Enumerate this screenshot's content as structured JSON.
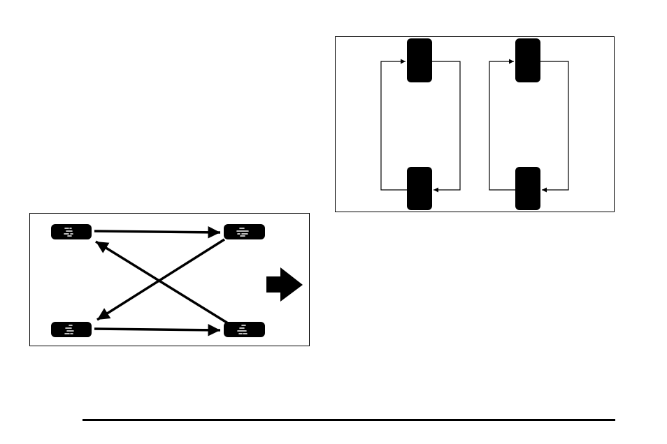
{
  "diagrams": [
    {
      "name": "cross-rotation",
      "tires": [
        "left-front",
        "right-front",
        "left-rear",
        "right-rear"
      ],
      "moves": [
        {
          "from": "left-front",
          "to": "right-front"
        },
        {
          "from": "right-rear",
          "to": "left-front"
        },
        {
          "from": "right-front",
          "to": "left-rear"
        },
        {
          "from": "left-rear",
          "to": "right-rear"
        }
      ],
      "tread_pattern": "directional",
      "next_indicator": "arrow-right"
    },
    {
      "name": "front-to-rear-rotation",
      "tires": [
        "left-front",
        "right-front",
        "left-rear",
        "right-rear"
      ],
      "moves": [
        {
          "from": "left-front",
          "to": "left-rear"
        },
        {
          "from": "left-rear",
          "to": "left-front"
        },
        {
          "from": "right-front",
          "to": "right-rear"
        },
        {
          "from": "right-rear",
          "to": "right-front"
        }
      ]
    }
  ],
  "colors": {
    "ink": "#000000",
    "paper": "#ffffff"
  }
}
